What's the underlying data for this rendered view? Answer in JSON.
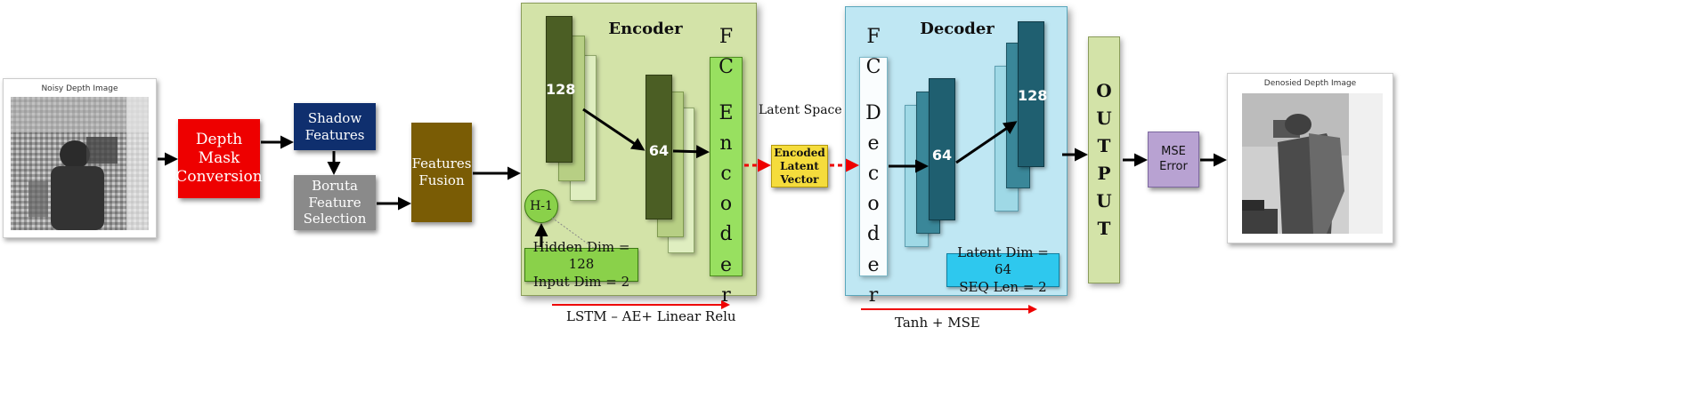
{
  "input_image": {
    "caption": "Noisy Depth Image"
  },
  "output_image": {
    "caption": "Denosied Depth Image"
  },
  "blocks": {
    "depth_mask": "Depth Mask\nConversion",
    "shadow": "Shadow\nFeatures",
    "boruta": "Boruta\nFeature\nSelection",
    "fusion": "Features\nFusion",
    "encoded": "Encoded\nLatent\nVector",
    "mse": "MSE\nError"
  },
  "encoder": {
    "title": "Encoder",
    "layer1_units": "128",
    "layer2_units": "64",
    "fc_label": [
      "F",
      "C",
      "",
      "E",
      "n",
      "c",
      "o",
      "d",
      "e",
      "r"
    ],
    "hidden_state": "H-1",
    "params": "Hidden Dim = 128\nInput Dim = 2",
    "caption": "LSTM – AE+ Linear Relu"
  },
  "latent_space_label": "Latent Space",
  "decoder": {
    "title": "Decoder",
    "fc_label": [
      "F",
      "C",
      "",
      "D",
      "e",
      "c",
      "o",
      "d",
      "e",
      "r"
    ],
    "layer1_units": "64",
    "layer2_units": "128",
    "params": "Latent Dim = 64\nSEQ Len = 2",
    "caption": "Tanh + MSE"
  },
  "output_label": [
    "O",
    "U",
    "T",
    "P",
    "U",
    "T"
  ],
  "colors": {
    "red_block": "#ee0000",
    "navy_block": "#0f2f6e",
    "gray_block": "#8a8a8a",
    "brown_block": "#7a5c05",
    "encoder_panel": "#d3e3a8",
    "decoder_panel": "#bfe7f3",
    "dark_green": "#4b5e24",
    "light_green": "#b7cf84",
    "fc_green": "#98e060",
    "teal_dark": "#1f5f70",
    "teal_light": "#8fd0df",
    "yellow": "#f5dc3c",
    "purple": "#b8a2d2",
    "cyan": "#2ec8ee"
  }
}
